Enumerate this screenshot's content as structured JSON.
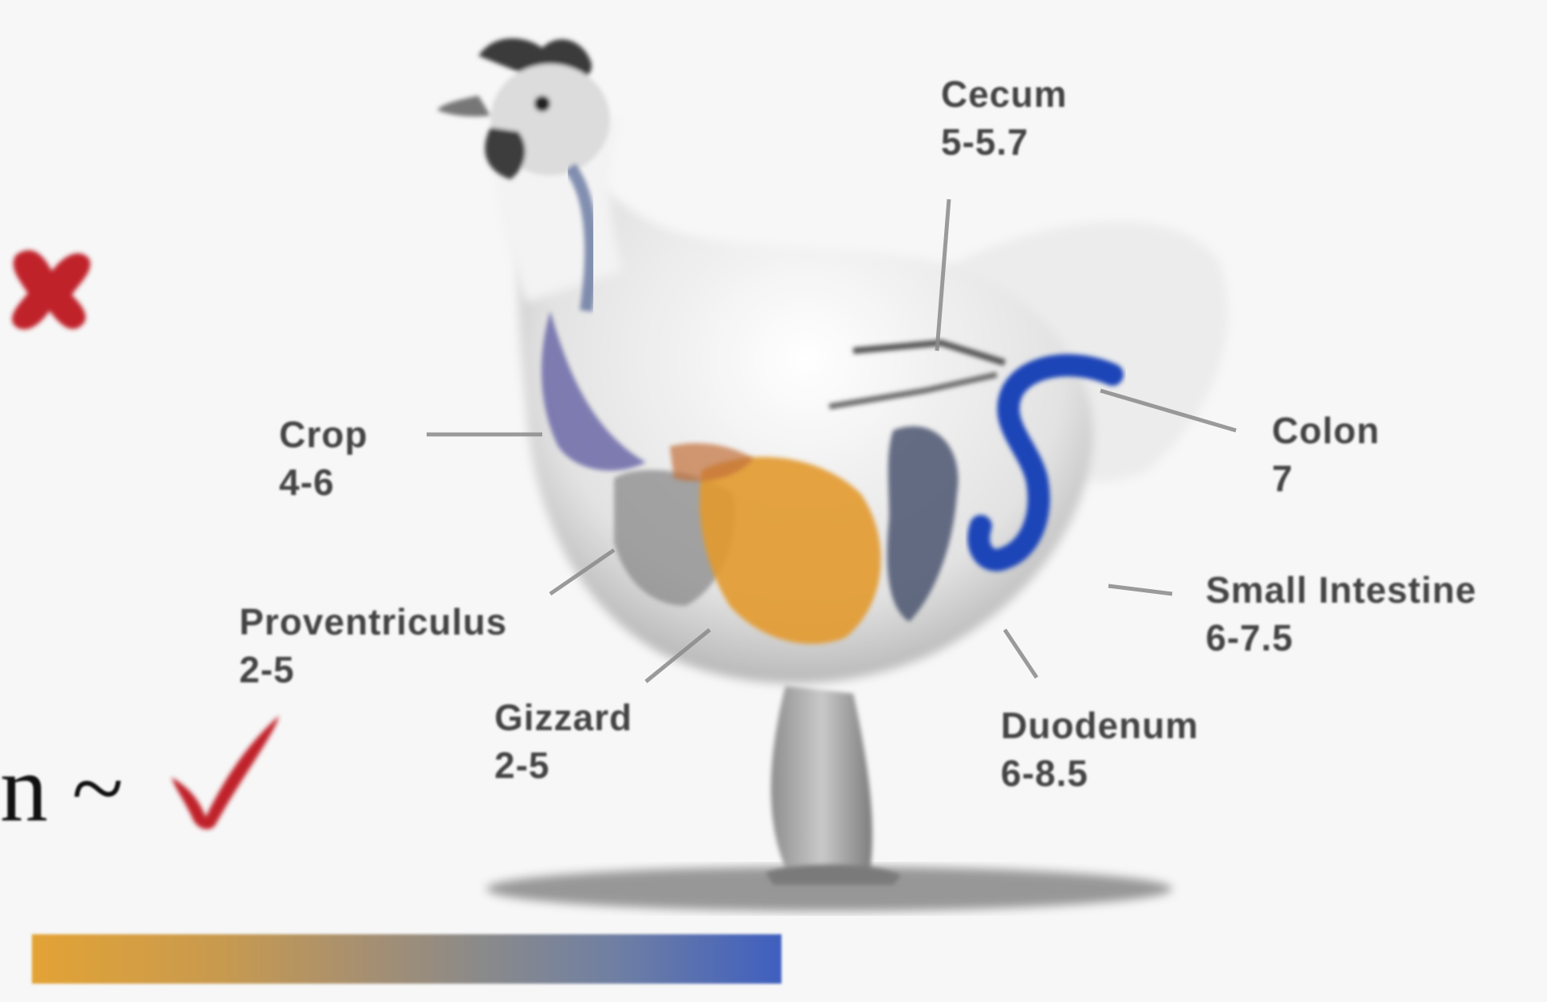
{
  "diagram": {
    "labels": {
      "cecum": {
        "name": "Cecum",
        "value": "5-5.7"
      },
      "crop": {
        "name": "Crop",
        "value": "4-6"
      },
      "colon": {
        "name": "Colon",
        "value": "7"
      },
      "small_intestine": {
        "name": "Small Intestine",
        "value": "6-7.5"
      },
      "proventriculus": {
        "name": "Proventriculus",
        "value": "2-5"
      },
      "gizzard": {
        "name": "Gizzard",
        "value": "2-5"
      },
      "duodenum": {
        "name": "Duodenum",
        "value": "6-8.5"
      }
    },
    "partial_text": "n ~",
    "colors": {
      "cross_mark": "#c0232b",
      "check_mark": "#c0232b",
      "crop_region": "#6c69a8",
      "gizzard_region": "#e39a2d",
      "colon_region": "#1d45b8",
      "duodenum_region": "#4b5470"
    },
    "icons": [
      "red-cross-icon",
      "red-checkmark-icon",
      "chicken-illustration"
    ]
  }
}
